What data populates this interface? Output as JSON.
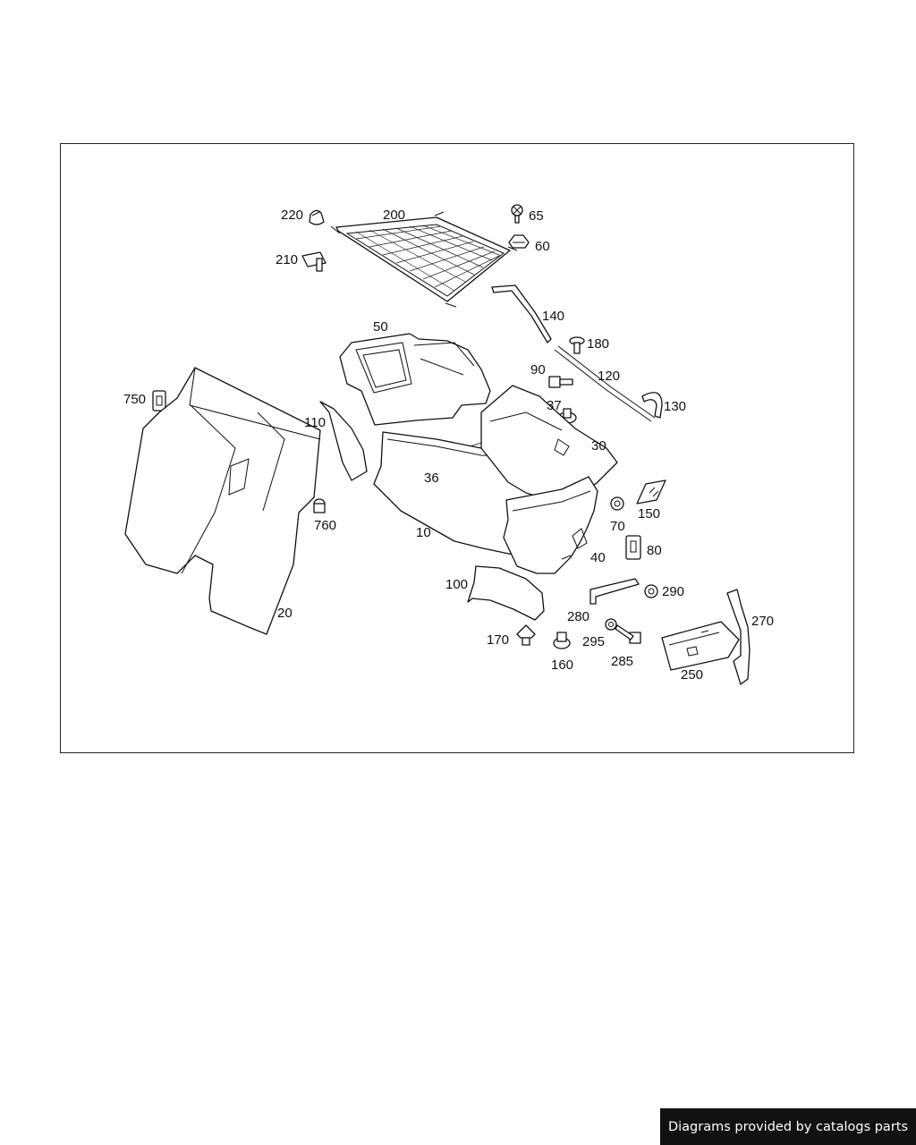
{
  "callouts": [
    {
      "id": "220",
      "label": "220"
    },
    {
      "id": "200",
      "label": "200"
    },
    {
      "id": "65",
      "label": "65"
    },
    {
      "id": "60",
      "label": "60"
    },
    {
      "id": "210",
      "label": "210"
    },
    {
      "id": "50",
      "label": "50"
    },
    {
      "id": "140",
      "label": "140"
    },
    {
      "id": "180",
      "label": "180"
    },
    {
      "id": "90",
      "label": "90"
    },
    {
      "id": "120",
      "label": "120"
    },
    {
      "id": "750",
      "label": "750"
    },
    {
      "id": "110",
      "label": "110"
    },
    {
      "id": "37",
      "label": "37"
    },
    {
      "id": "130",
      "label": "130"
    },
    {
      "id": "30",
      "label": "30"
    },
    {
      "id": "36",
      "label": "36"
    },
    {
      "id": "760",
      "label": "760"
    },
    {
      "id": "70",
      "label": "70"
    },
    {
      "id": "150",
      "label": "150"
    },
    {
      "id": "10",
      "label": "10"
    },
    {
      "id": "80",
      "label": "80"
    },
    {
      "id": "40",
      "label": "40"
    },
    {
      "id": "100",
      "label": "100"
    },
    {
      "id": "290",
      "label": "290"
    },
    {
      "id": "20",
      "label": "20"
    },
    {
      "id": "280",
      "label": "280"
    },
    {
      "id": "270",
      "label": "270"
    },
    {
      "id": "170",
      "label": "170"
    },
    {
      "id": "295",
      "label": "295"
    },
    {
      "id": "160",
      "label": "160"
    },
    {
      "id": "285",
      "label": "285"
    },
    {
      "id": "250",
      "label": "250"
    }
  ],
  "watermark": {
    "text": "Diagrams provided by catalogs parts"
  }
}
